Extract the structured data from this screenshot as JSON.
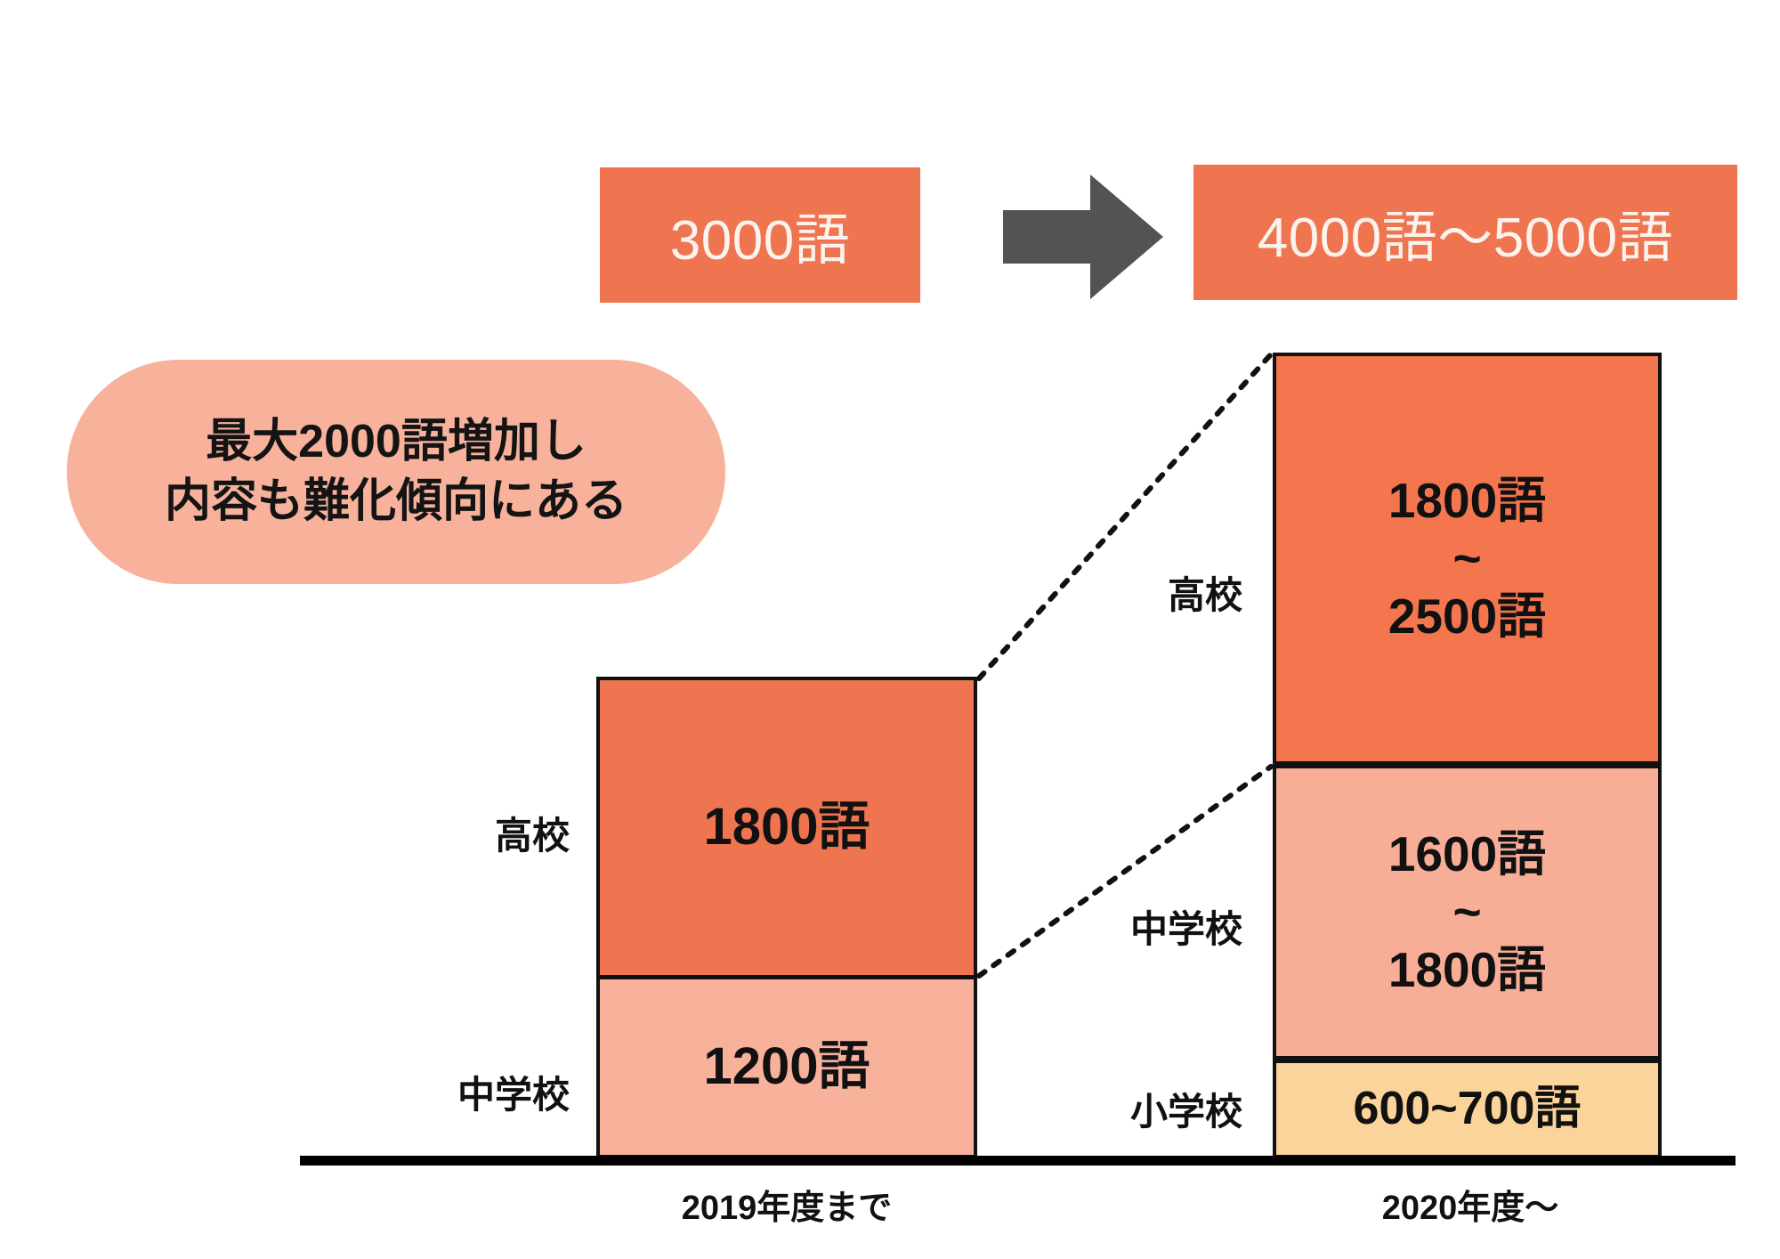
{
  "banner": {
    "before_label": "3000語",
    "arrow_icon": "right-arrow-icon",
    "after_label": "4000語〜5000語"
  },
  "callout": {
    "line1": "最大2000語増加し",
    "line2": "内容も難化傾向にある"
  },
  "chart_data": {
    "type": "bar",
    "subtype": "stacked",
    "title": "",
    "xlabel": "",
    "ylabel": "",
    "grid": false,
    "legend_position": "none",
    "unit": "語",
    "categories": [
      "2019年度まで",
      "2020年度〜"
    ],
    "stack_order_bottom_to_top": [
      "小学校",
      "中学校",
      "高校"
    ],
    "colors": {
      "high_school": "#ef7550",
      "junior_high": "#f8b29c",
      "elementary": "#fad49a",
      "arrow": "#535353",
      "callout_bubble": "#f8b29c",
      "banner": "#ef7550",
      "outline": "#111111",
      "background": "#ffffff"
    },
    "series": [
      {
        "name": "高校",
        "values": [
          1800,
          2150
        ],
        "labels": [
          "1800語",
          "1800語 〜 2500語"
        ],
        "ranges": [
          [
            1800,
            1800
          ],
          [
            1800,
            2500
          ]
        ]
      },
      {
        "name": "中学校",
        "values": [
          1200,
          1700
        ],
        "labels": [
          "1200語",
          "1600語 〜 1800語"
        ],
        "ranges": [
          [
            1200,
            1200
          ],
          [
            1600,
            1800
          ]
        ]
      },
      {
        "name": "小学校",
        "values": [
          0,
          650
        ],
        "labels": [
          "",
          "600~700語"
        ],
        "ranges": [
          [
            0,
            0
          ],
          [
            600,
            700
          ]
        ]
      }
    ],
    "totals": [
      3000,
      4500
    ],
    "totals_labels": [
      "3000語",
      "4000語〜5000語"
    ],
    "bars": [
      {
        "axis_label": "2019年度まで",
        "segments": [
          {
            "category": "高校",
            "value_text": "1800語",
            "lines": [
              "1800語"
            ]
          },
          {
            "category": "中学校",
            "value_text": "1200語",
            "lines": [
              "1200語"
            ]
          }
        ]
      },
      {
        "axis_label": "2020年度〜",
        "segments": [
          {
            "category": "高校",
            "value_text": "1800語〜2500語",
            "lines": [
              "1800語",
              "~",
              "2500語"
            ]
          },
          {
            "category": "中学校",
            "value_text": "1600語〜1800語",
            "lines": [
              "1600語",
              "~",
              "1800語"
            ]
          },
          {
            "category": "小学校",
            "value_text": "600~700語",
            "lines": [
              "600~700語"
            ]
          }
        ]
      }
    ]
  }
}
